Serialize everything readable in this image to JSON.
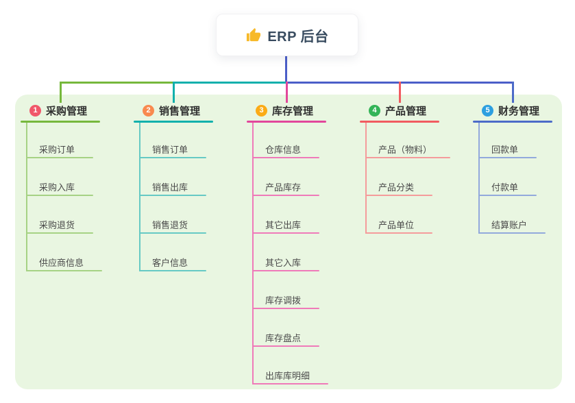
{
  "root": {
    "title": "ERP 后台",
    "icon": "thumbs-up-icon",
    "icon_color": "#f7b928"
  },
  "connectors": {
    "stem_color": "#4b5ec8"
  },
  "canvas": {
    "background": "#ffffff",
    "panel_background": "#e9f6e1"
  },
  "branches": [
    {
      "num": "1",
      "label": "采购管理",
      "badge_color": "#f0576a",
      "line_color": "#76b83c",
      "child_line_color": "#a6d284",
      "children": [
        "采购订单",
        "采购入库",
        "采购退货",
        "供应商信息"
      ]
    },
    {
      "num": "2",
      "label": "销售管理",
      "badge_color": "#f98a4f",
      "line_color": "#0fb0ac",
      "child_line_color": "#66c9c4",
      "children": [
        "销售订单",
        "销售出库",
        "销售退货",
        "客户信息"
      ]
    },
    {
      "num": "3",
      "label": "库存管理",
      "badge_color": "#fbab16",
      "line_color": "#e2479b",
      "child_line_color": "#ef7ab9",
      "children": [
        "仓库信息",
        "产品库存",
        "其它出库",
        "其它入库",
        "库存调拨",
        "库存盘点",
        "出库库明细"
      ]
    },
    {
      "num": "4",
      "label": "产品管理",
      "badge_color": "#33b457",
      "line_color": "#f15b60",
      "child_line_color": "#f59b9b",
      "children": [
        "产品（物料）",
        "产品分类",
        "产品单位"
      ]
    },
    {
      "num": "5",
      "label": "财务管理",
      "badge_color": "#2d9fe0",
      "line_color": "#4c6bc8",
      "child_line_color": "#92a9dc",
      "children": [
        "回款单",
        "付款单",
        "结算账户"
      ]
    }
  ]
}
